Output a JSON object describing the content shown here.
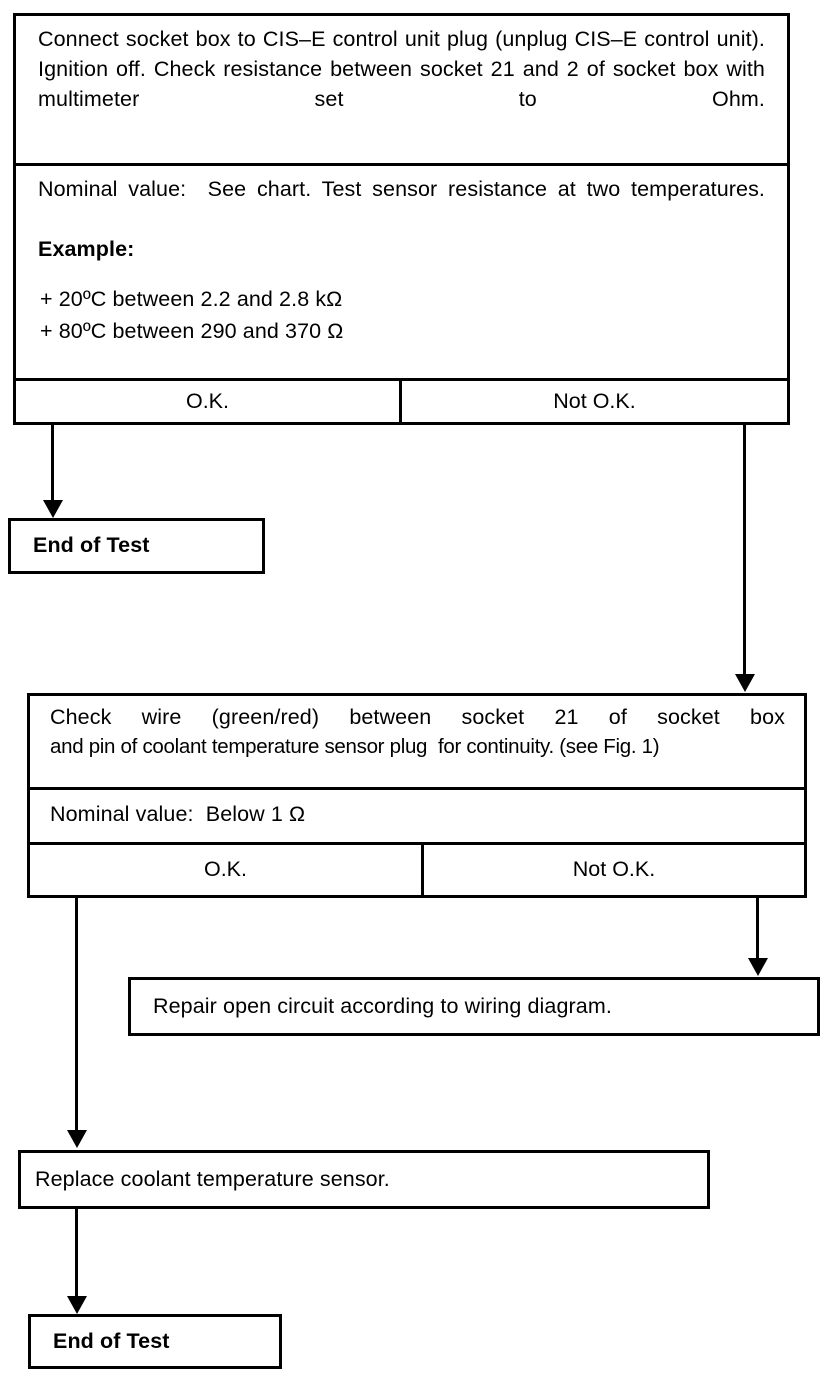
{
  "document": {
    "type": "troubleshooting-flowchart",
    "title": "Coolant Temperature Sensor Resistance Test"
  },
  "blocks": {
    "step1": {
      "instruction": "Connect socket box to CIS–E control unit plug (unplug CIS–E control unit). Ignition off. Check resistance between socket 21 and 2 of socket box with multimeter set to Ohm.",
      "nominal_line": "Nominal value:  See chart. Test sensor resistance at two temperatures.",
      "example_heading": "Example:",
      "example_values": [
        "+ 20ºC between 2.2 and 2.8 kΩ",
        "+ 80ºC between 290 and 370 Ω"
      ],
      "result_ok": "O.K.",
      "result_not_ok": "Not O.K."
    },
    "end_of_test_1": {
      "label": "End of Test"
    },
    "step2": {
      "instruction_line1": "Check wire (green/red) between socket 21 of socket box",
      "instruction_line2": "and pin of coolant temperature sensor plug  for continuity. (see Fig. 1)",
      "nominal_line": "Nominal value:  Below 1 Ω",
      "result_ok": "O.K.",
      "result_not_ok": "Not O.K."
    },
    "repair": {
      "label": "Repair open circuit according to wiring diagram."
    },
    "replace_sensor": {
      "label": "Replace coolant temperature sensor."
    },
    "end_of_test_2": {
      "label": "End of Test"
    }
  },
  "colors": {
    "ink": "#000000",
    "paper": "#ffffff"
  }
}
